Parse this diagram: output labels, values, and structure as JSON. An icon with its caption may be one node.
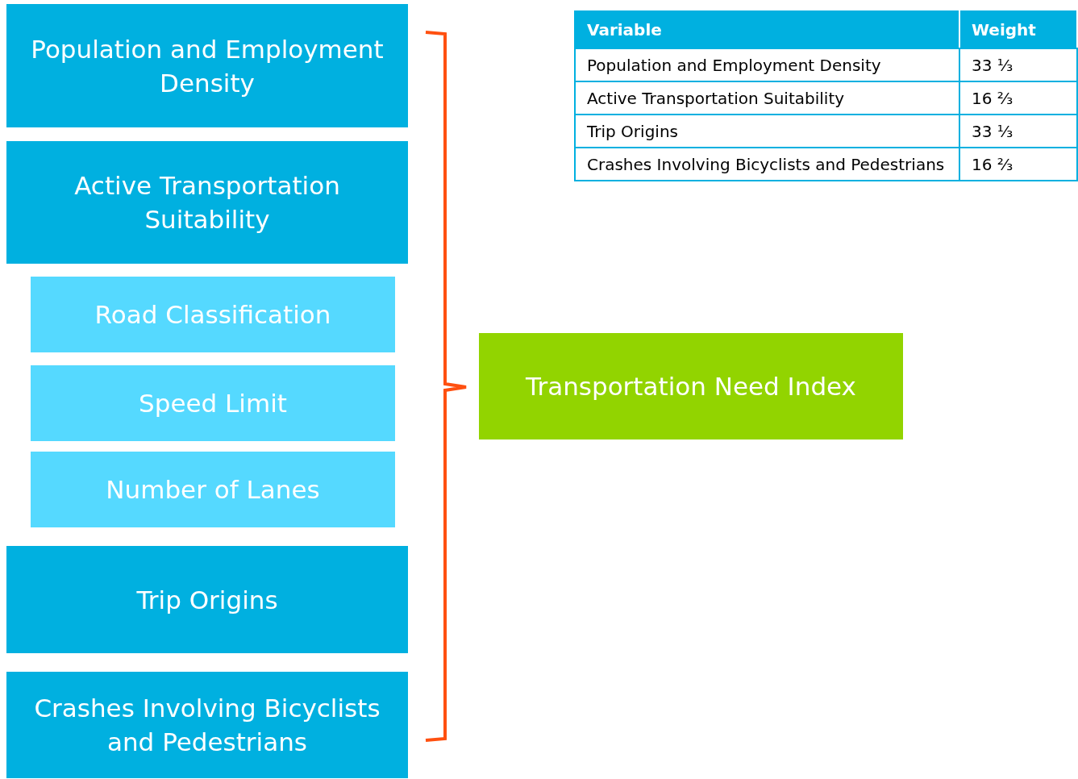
{
  "diagram": {
    "nodes": [
      {
        "text": [
          "Population and Employment Density"
        ]
      },
      {
        "text": [
          "Active Transportation Suitability"
        ]
      },
      {
        "text": [
          "Road Classification"
        ]
      },
      {
        "text": [
          "Speed Limit"
        ]
      },
      {
        "text": [
          "Number of Lanes"
        ]
      },
      {
        "text": [
          "Trip Origins"
        ]
      },
      {
        "text": [
          "Crashes Involving Bicyclists and Pedestrians"
        ]
      },
      {
        "text": [
          "Transportation Need Index"
        ]
      }
    ],
    "edges": [],
    "labels": [
      "Variable",
      "Weight",
      "Population and Employment Density",
      "33 ¹⁄₃",
      "Active Transportation Suitability",
      "16 ²⁄₃",
      "Trip Origins",
      "33 ¹⁄₃",
      "Crashes Involving Bicyclists and Pedestrians",
      "16 ²⁄₃"
    ]
  }
}
